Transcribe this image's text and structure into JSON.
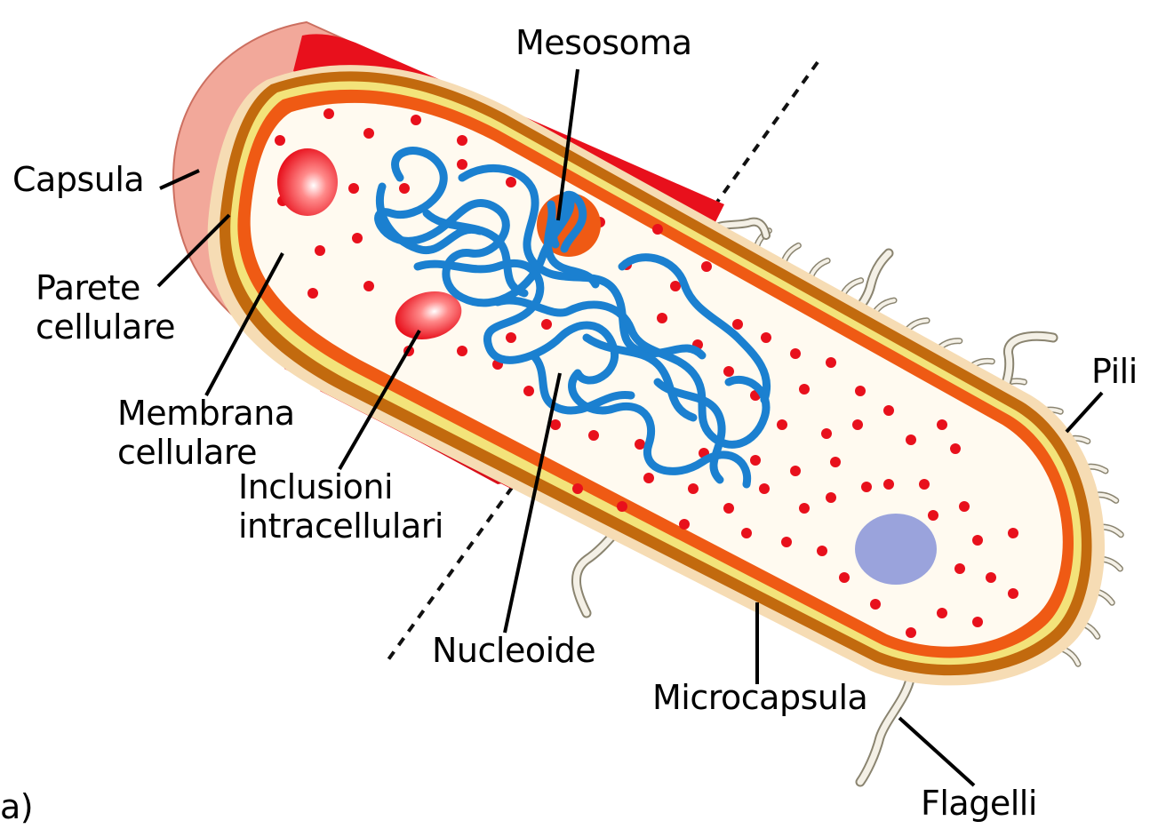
{
  "labels": {
    "mesosoma": "Mesosoma",
    "capsula": "Capsula",
    "parete": [
      "Parete",
      "cellulare"
    ],
    "membrana": [
      "Membrana",
      "cellulare"
    ],
    "inclusioni": [
      "Inclusioni",
      "intracellulari"
    ],
    "nucleoide": "Nucleoide",
    "microcapsula": "Microcapsula",
    "pili": "Pili",
    "flagelli": "Flagelli",
    "panel": "a)"
  },
  "colors": {
    "capsule": "#f2a89a",
    "wall_cut": "#e8101c",
    "wall": "#c26a0e",
    "membrane": "#ef5a14",
    "membrane_stripe": "#f3e37a",
    "cytoplasm": "#fffaf0",
    "ribosome": "#e8101c",
    "nucleoid": "#1b80d0",
    "plasmid": "#9aa3dc",
    "microcapsule": "#f6dcb4",
    "appendage": "#f4f0e6"
  }
}
